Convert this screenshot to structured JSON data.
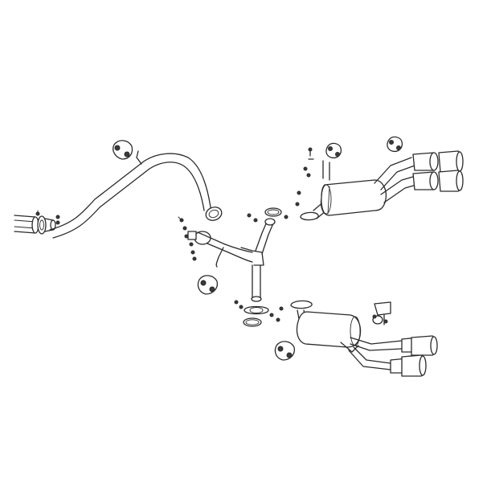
{
  "diagram": {
    "kind": "exploded-view",
    "subject": "exhaust-system",
    "line_color": "#2a2a2a",
    "background": "#ffffff",
    "components": [
      "inlet-pipe",
      "front-flange",
      "long-intermediate-pipe",
      "rubber-hanger",
      "y-pipe",
      "y-pipe-flange",
      "gasket",
      "bolt-set",
      "upper-muffler",
      "lower-muffler",
      "exhaust-tip"
    ]
  }
}
